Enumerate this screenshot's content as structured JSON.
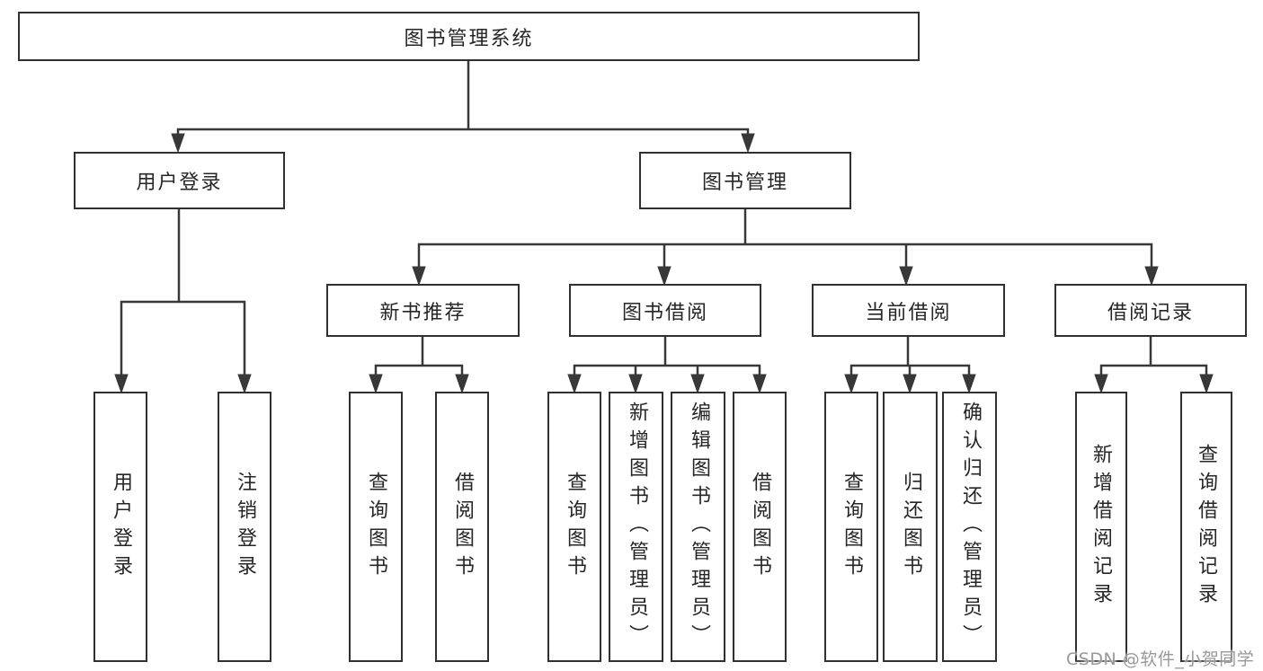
{
  "diagram": {
    "root": {
      "label": "图书管理系统"
    },
    "level2": [
      {
        "label": "用户登录"
      },
      {
        "label": "图书管理"
      }
    ],
    "level3": [
      {
        "label": "新书推荐"
      },
      {
        "label": "图书借阅"
      },
      {
        "label": "当前借阅"
      },
      {
        "label": "借阅记录"
      }
    ],
    "leaves": [
      {
        "label": "用户登录"
      },
      {
        "label": "注销登录"
      },
      {
        "label": "查询图书"
      },
      {
        "label": "借阅图书"
      },
      {
        "label": "查询图书"
      },
      {
        "label": "新增图书（管理员）"
      },
      {
        "label": "编辑图书（管理员）"
      },
      {
        "label": "借阅图书"
      },
      {
        "label": "查询图书"
      },
      {
        "label": "归还图书"
      },
      {
        "label": "确认归还（管理员）"
      },
      {
        "label": "新增借阅记录"
      },
      {
        "label": "查询借阅记录"
      }
    ]
  },
  "watermark": {
    "text": "CSDN @软件_小贺同学"
  },
  "colors": {
    "line": "#383838",
    "box_border": "#303030",
    "text": "#262626",
    "watermark": "#949494",
    "background": "#ffffff"
  }
}
